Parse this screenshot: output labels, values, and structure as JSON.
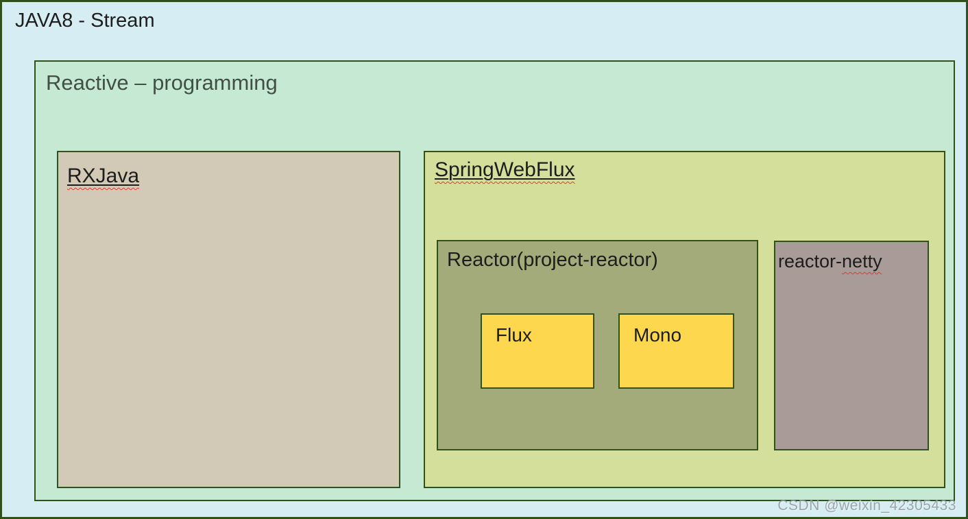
{
  "diagram": {
    "title": "JAVA8 - Stream",
    "reactive": {
      "label": "Reactive – programming",
      "rxjava": {
        "label": "RXJava"
      },
      "springwebflux": {
        "label": "SpringWebFlux",
        "reactor": {
          "label": "Reactor(project-reactor)",
          "flux": {
            "label": "Flux"
          },
          "mono": {
            "label": "Mono"
          }
        },
        "reactor_netty": {
          "label_prefix": "reactor-",
          "label_misspelled": "netty"
        }
      }
    },
    "watermark": "CSDN @weixin_42305433",
    "colors": {
      "outer_bg": "#d6eef3",
      "reactive_bg": "#c6e9d3",
      "rxjava_bg": "#d3c9b7",
      "springwebflux_bg": "#d5df9c",
      "reactor_bg": "#a3ab7b",
      "reactor_netty_bg": "#a99b97",
      "flux_mono_bg": "#fdd84e",
      "border": "#30501c",
      "spellcheck_wave": "#e0382e",
      "reactive_text": "#415044",
      "watermark_text": "#9ba4aa"
    }
  }
}
